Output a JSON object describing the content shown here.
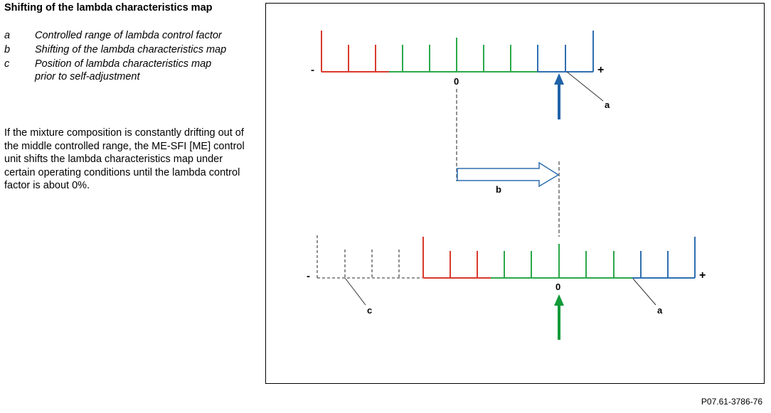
{
  "title": "Shifting of the lambda characteristics map",
  "legend": [
    {
      "key": "a",
      "text": "Controlled range of lambda control factor"
    },
    {
      "key": "b",
      "text": "Shifting of the lambda characteristics map"
    },
    {
      "key": "c",
      "text": "Position of lambda characteristics map prior to self-adjustment"
    }
  ],
  "paragraph": "If the mixture composition is constantly drifting out of the middle controlled range, the ME-SFI [ME] control unit shifts the lambda characteristics map under certain operating conditions until the lambda control factor is about 0%.",
  "diagram": {
    "minus": "-",
    "plus": "+",
    "zero": "0",
    "label_a": "a",
    "label_b": "b",
    "label_c": "c"
  },
  "colors": {
    "red": "#d9392b",
    "green": "#2aa84a",
    "blue": "#2f6fb0",
    "dashed": "#555555",
    "arrow_green": "#119a3a",
    "arrow_blue": "#1f63a8"
  },
  "reference": "P07.61-3786-76"
}
